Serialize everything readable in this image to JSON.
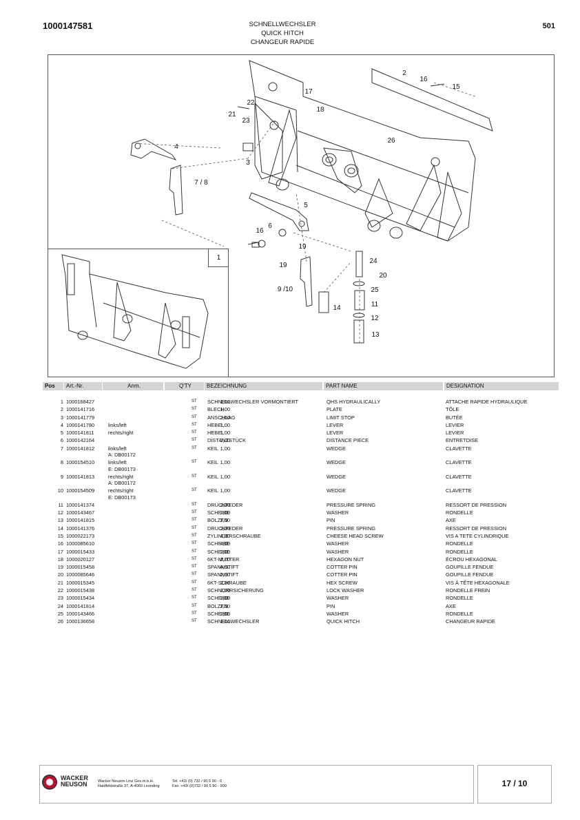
{
  "header": {
    "doc_number": "1000147581",
    "title_de": "SCHNELLWECHSLER",
    "title_en": "QUICK HITCH",
    "title_fr": "CHANGEUR RAPIDE",
    "page_code": "501"
  },
  "figure": {
    "inset_label": "1",
    "callouts": [
      "2",
      "16",
      "15",
      "17",
      "18",
      "22",
      "21",
      "23",
      "26",
      "4",
      "3",
      "7 / 8",
      "5",
      "6",
      "16",
      "19",
      "24",
      "19",
      "20",
      "9 /10",
      "25",
      "11",
      "14",
      "12",
      "13"
    ]
  },
  "table": {
    "headers": {
      "pos": "Pos",
      "art": "Art.-Nr.",
      "anm": "Anm.",
      "qty": "Q'TY",
      "de": "BEZEICHNUNG",
      "en": "PART NAME",
      "fr": "DESIGNATION"
    },
    "rows": [
      {
        "pos": "1",
        "art": "1000168427",
        "anm1": "",
        "anm2": "",
        "qty": "1,00",
        "unit": "ST",
        "de": "SCHNELLWECHSLER VORMONTIERT",
        "en": "QHS HYDRAULICALLY",
        "fr": "ATTACHE RAPIDE HYDRAULIQUE"
      },
      {
        "pos": "2",
        "art": "1000141716",
        "anm1": "",
        "anm2": "",
        "qty": "1,00",
        "unit": "ST",
        "de": "BLECH",
        "en": "PLATE",
        "fr": "TÔLE"
      },
      {
        "pos": "3",
        "art": "1000141779",
        "anm1": "",
        "anm2": "",
        "qty": "2,00",
        "unit": "ST",
        "de": "ANSCHLAG",
        "en": "LIMIT STOP",
        "fr": "BUTÉE"
      },
      {
        "pos": "4",
        "art": "1000141780",
        "anm1": "links/left",
        "anm2": "",
        "qty": "1,00",
        "unit": "ST",
        "de": "HEBEL",
        "en": "LEVER",
        "fr": "LEVIER"
      },
      {
        "pos": "5",
        "art": "1000141811",
        "anm1": "rechts/right",
        "anm2": "",
        "qty": "1,00",
        "unit": "ST",
        "de": "HEBEL",
        "en": "LEVER",
        "fr": "LEVIER"
      },
      {
        "pos": "6",
        "art": "1000142164",
        "anm1": "",
        "anm2": "",
        "qty": "2,00",
        "unit": "ST",
        "de": "DISTANZSTÜCK",
        "en": "DISTANCE PIECE",
        "fr": "ENTRETOISE"
      },
      {
        "pos": "7",
        "art": "1000141812",
        "anm1": "links/left",
        "anm2": "A: DB00172",
        "qty": "1,00",
        "unit": "ST",
        "de": "KEIL",
        "en": "WEDGE",
        "fr": "CLAVETTE"
      },
      {
        "pos": "8",
        "art": "1000154510",
        "anm1": "links/left",
        "anm2": "E: DB00173",
        "qty": "1,00",
        "unit": "ST",
        "de": "KEIL",
        "en": "WEDGE",
        "fr": "CLAVETTE"
      },
      {
        "pos": "9",
        "art": "1000141813",
        "anm1": "rechts/right",
        "anm2": "A: DB00172",
        "qty": "1,00",
        "unit": "ST",
        "de": "KEIL",
        "en": "WEDGE",
        "fr": "CLAVETTE"
      },
      {
        "pos": "10",
        "art": "1000154509",
        "anm1": "rechts/right",
        "anm2": "E: DB00173",
        "qty": "1,00",
        "unit": "ST",
        "de": "KEIL",
        "en": "WEDGE",
        "fr": "CLAVETTE"
      },
      {
        "pos": "11",
        "art": "1000141374",
        "anm1": "",
        "anm2": "",
        "qty": "2,00",
        "unit": "ST",
        "de": "DRUCKFEDER",
        "en": "PRESSURE SPRING",
        "fr": "RESSORT DE PRESSION"
      },
      {
        "pos": "12",
        "art": "1000143467",
        "anm1": "",
        "anm2": "",
        "qty": "2,00",
        "unit": "ST",
        "de": "SCHEIBE",
        "en": "WASHER",
        "fr": "RONDELLE"
      },
      {
        "pos": "13",
        "art": "1000141815",
        "anm1": "",
        "anm2": "",
        "qty": "2,00",
        "unit": "ST",
        "de": "BOLZEN",
        "en": "PIN",
        "fr": "AXE"
      },
      {
        "pos": "14",
        "art": "1000141376",
        "anm1": "",
        "anm2": "",
        "qty": "2,00",
        "unit": "ST",
        "de": "DRUCKFEDER",
        "en": "PRESSURE SPRING",
        "fr": "RESSORT DE PRESSION"
      },
      {
        "pos": "15",
        "art": "1000022173",
        "anm1": "",
        "anm2": "",
        "qty": "4,00",
        "unit": "ST",
        "de": "ZYLINDERSCHRAUBE",
        "en": "CHEESE HEAD SCREW",
        "fr": "VIS A TETE CYLINDRIQUE"
      },
      {
        "pos": "16",
        "art": "1000085610",
        "anm1": "",
        "anm2": "",
        "qty": "4,00",
        "unit": "ST",
        "de": "SCHEIBE",
        "en": "WASHER",
        "fr": "RONDELLE"
      },
      {
        "pos": "17",
        "art": "1000015433",
        "anm1": "",
        "anm2": "",
        "qty": "2,00",
        "unit": "ST",
        "de": "SCHEIBE",
        "en": "WASHER",
        "fr": "RONDELLE"
      },
      {
        "pos": "18",
        "art": "1000020127",
        "anm1": "",
        "anm2": "",
        "qty": "2,00",
        "unit": "ST",
        "de": "6KT-MUTTER",
        "en": "HEXAGON NUT",
        "fr": "ÉCROU HEXAGONAL"
      },
      {
        "pos": "19",
        "art": "1000015458",
        "anm1": "",
        "anm2": "",
        "qty": "4,00",
        "unit": "ST",
        "de": "SPANNSTIFT",
        "en": "COTTER PIN",
        "fr": "GOUPILLE FENDUE"
      },
      {
        "pos": "20",
        "art": "1000085646",
        "anm1": "",
        "anm2": "",
        "qty": "2,00",
        "unit": "ST",
        "de": "SPANNSTIFT",
        "en": "COTTER PIN",
        "fr": "GOUPILLE FENDUE"
      },
      {
        "pos": "21",
        "art": "1000015345",
        "anm1": "",
        "anm2": "",
        "qty": "2,00",
        "unit": "ST",
        "de": "6KT-SCHRAUBE",
        "en": "HEX SCREW",
        "fr": "VIS À TÊTE HEXAGONALE"
      },
      {
        "pos": "22",
        "art": "1000015438",
        "anm1": "",
        "anm2": "",
        "qty": "2,00",
        "unit": "ST",
        "de": "SCHNORRSICHERUNG",
        "en": "LOCK WASHER",
        "fr": "RONDELLE FREIN"
      },
      {
        "pos": "23",
        "art": "1000015434",
        "anm1": "",
        "anm2": "",
        "qty": "2,00",
        "unit": "ST",
        "de": "SCHEIBE",
        "en": "WASHER",
        "fr": "RONDELLE"
      },
      {
        "pos": "24",
        "art": "1000141814",
        "anm1": "",
        "anm2": "",
        "qty": "2,00",
        "unit": "ST",
        "de": "BOLZEN",
        "en": "PIN",
        "fr": "AXE"
      },
      {
        "pos": "25",
        "art": "1000143466",
        "anm1": "",
        "anm2": "",
        "qty": "2,00",
        "unit": "ST",
        "de": "SCHEIBE",
        "en": "WASHER",
        "fr": "RONDELLE"
      },
      {
        "pos": "26",
        "art": "1000136658",
        "anm1": "",
        "anm2": "",
        "qty": "1,00",
        "unit": "ST",
        "de": "SCHNELLWECHSLER",
        "en": "QUICK HITCH",
        "fr": "CHANGEUR RAPIDE"
      }
    ]
  },
  "footer": {
    "logo_line1": "WACKER",
    "logo_line2": "NEUSON",
    "company_line1": "Wacker Neuson Linz  Ges.m.b.H.",
    "company_line2": "Haidfeldstraße 37, A-4060 Leonding",
    "tel": "Tel. +43/ (0) 732 / 90 5 90 - 0",
    "fax": "Fax. +43/ (0)732 / 90 5 90 - 900",
    "page": "17 / 10",
    "brand_color": "#c8102e"
  }
}
